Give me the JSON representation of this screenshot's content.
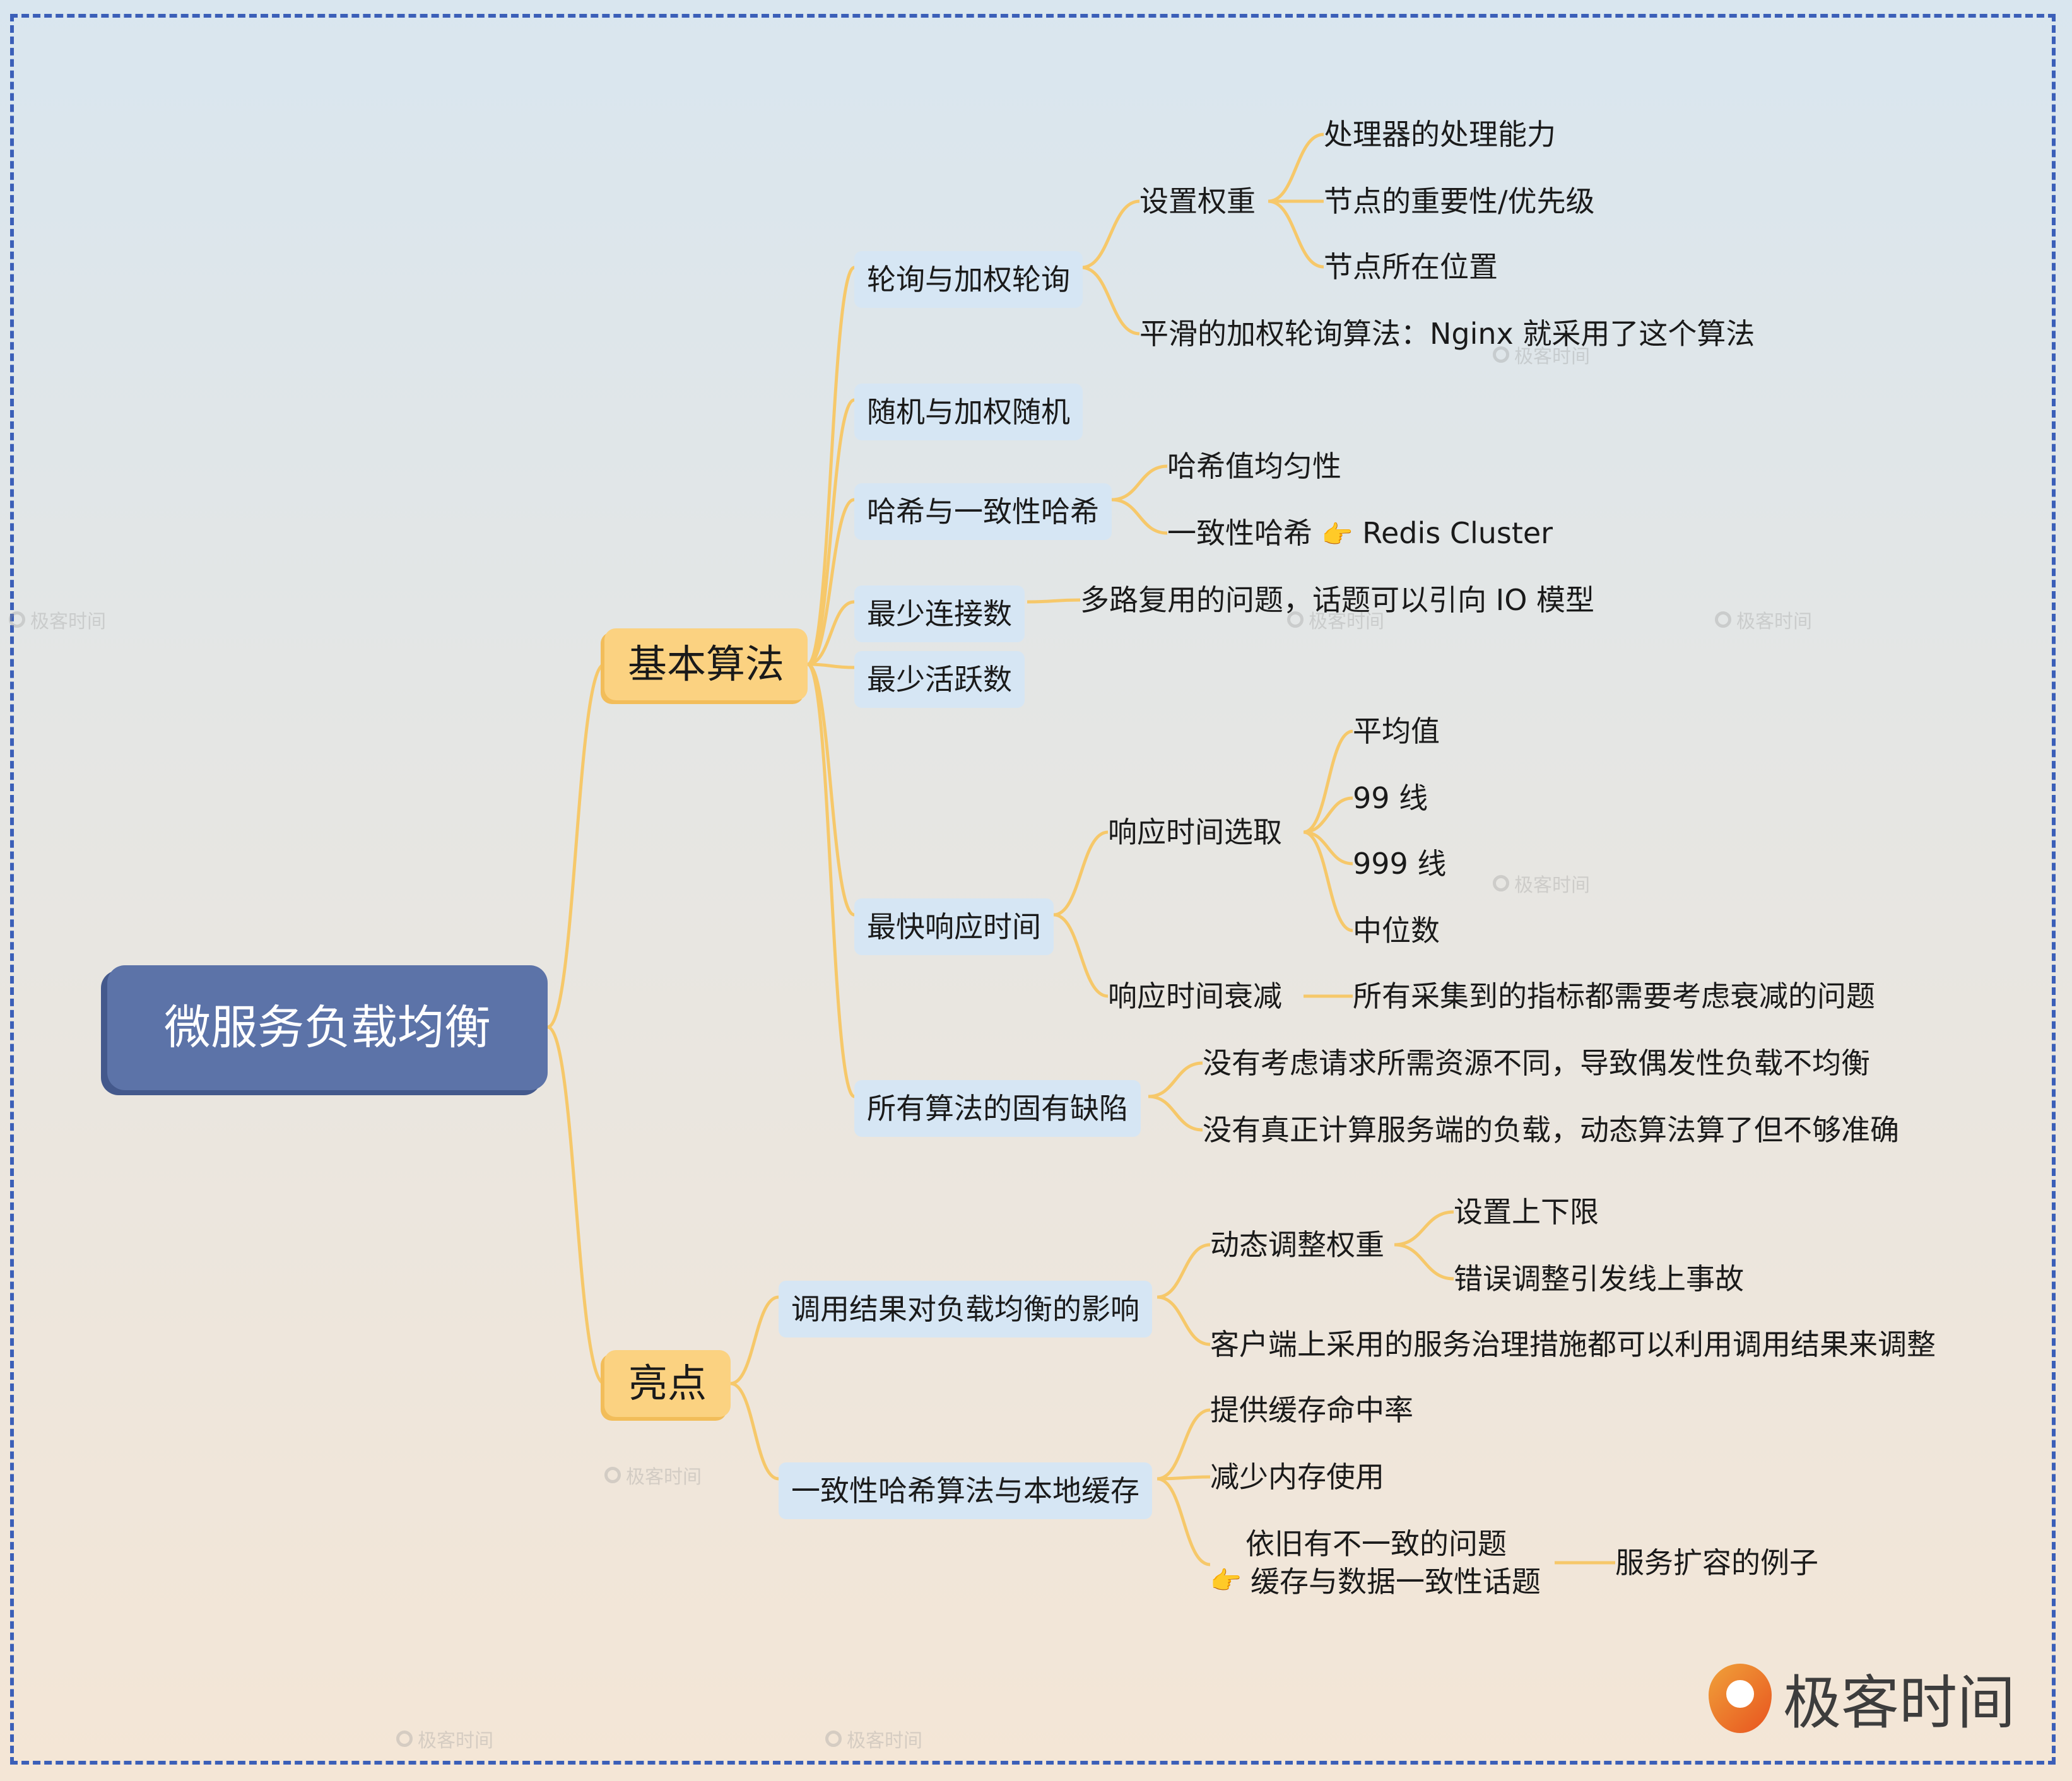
{
  "root": "微服务负载均衡",
  "branches": {
    "basic": {
      "label": "基本算法",
      "round_robin": {
        "label": "轮询与加权轮询",
        "weight": {
          "label": "设置权重",
          "items": [
            "处理器的处理能力",
            "节点的重要性/优先级",
            "节点所在位置"
          ]
        },
        "smooth": "平滑的加权轮询算法：Nginx 就采用了这个算法"
      },
      "random": {
        "label": "随机与加权随机"
      },
      "hash": {
        "label": "哈希与一致性哈希",
        "uniform": "哈希值均匀性",
        "consistent": "一致性哈希",
        "consistent_pointer": "👉",
        "consistent_ref": "Redis Cluster"
      },
      "least_conn": {
        "label": "最少连接数",
        "note": "多路复用的问题，话题可以引向 IO 模型"
      },
      "least_active": {
        "label": "最少活跃数"
      },
      "fastest": {
        "label": "最快响应时间",
        "select": {
          "label": "响应时间选取",
          "items": [
            "平均值",
            "99 线",
            "999 线",
            "中位数"
          ]
        },
        "decay": {
          "label": "响应时间衰减",
          "note": "所有采集到的指标都需要考虑衰减的问题"
        }
      },
      "defects": {
        "label": "所有算法的固有缺陷",
        "items": [
          "没有考虑请求所需资源不同，导致偶发性负载不均衡",
          "没有真正计算服务端的负载，动态算法算了但不够准确"
        ]
      }
    },
    "highlight": {
      "label": "亮点",
      "call_result": {
        "label": "调用结果对负载均衡的影响",
        "dynamic": {
          "label": "动态调整权重",
          "items": [
            "设置上下限",
            "错误调整引发线上事故"
          ]
        },
        "client": "客户端上采用的服务治理措施都可以利用调用结果来调整"
      },
      "local_cache": {
        "label": "一致性哈希算法与本地缓存",
        "items": [
          "提供缓存命中率",
          "减少内存使用"
        ],
        "inconsistent_line1": "依旧有不一致的问题",
        "inconsistent_pointer": "👉",
        "inconsistent_line2": "缓存与数据一致性话题",
        "example": "服务扩容的例子"
      }
    }
  },
  "watermark": "极客时间",
  "brand": "极客时间",
  "colors": {
    "root_fill": "#5c73a8",
    "main_fill": "#fbd281",
    "sub_fill": "#d6e6f4",
    "link_stroke": "#f6c86a",
    "frame_border": "#3b5fb8"
  }
}
